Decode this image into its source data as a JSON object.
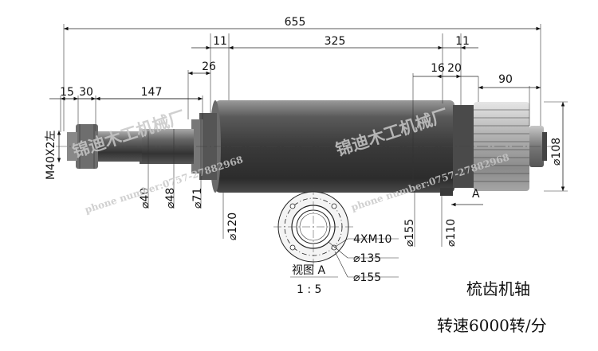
{
  "dimensions": {
    "overall_length": "655",
    "body_length": "325",
    "left_flange": "11",
    "right_flange": "11",
    "step_26": "26",
    "r16": "16",
    "r20": "20",
    "d90": "90",
    "l15": "15",
    "l30": "30",
    "l147": "147",
    "thread": "M40X2左",
    "dia40": "⌀40",
    "dia48": "⌀48",
    "dia71": "⌀71",
    "dia120": "⌀120",
    "dia155": "⌀155",
    "dia110": "⌀110",
    "dia108": "⌀108",
    "hole_spec": "4XM10",
    "dia135": "⌀135",
    "dia155_b": "⌀155"
  },
  "view": {
    "label": "视图 A",
    "scale": "1 : 5",
    "arrow_label": "A"
  },
  "caption": {
    "title": "梳齿机轴",
    "speed": "转速6000转/分"
  },
  "watermark": {
    "brand": "锦迪木工机械厂",
    "phone": "phone number:0757-27882968"
  }
}
